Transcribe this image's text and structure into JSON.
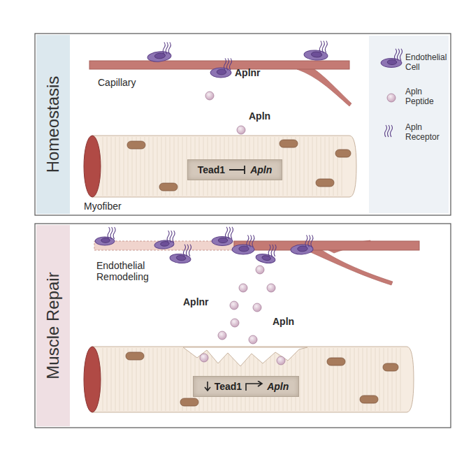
{
  "diagram": {
    "nodes": [
      {
        "text": [
          "Homeostasis"
        ]
      },
      {
        "text": [
          "Tead1",
          "Apln"
        ]
      },
      {
        "text": [
          "Muscle Repair"
        ]
      },
      {
        "text": [
          "Tead1",
          "Apln"
        ]
      }
    ],
    "labels": [
      "Capillary",
      "Aplnr",
      "Apln",
      "Myofiber",
      "Endothelial Remodeling",
      "Aplnr",
      "Apln"
    ],
    "legend": [
      {
        "text": "Endothelial Cell"
      },
      {
        "text": "Apln Peptide"
      },
      {
        "text": "Apln Receptor"
      }
    ]
  }
}
